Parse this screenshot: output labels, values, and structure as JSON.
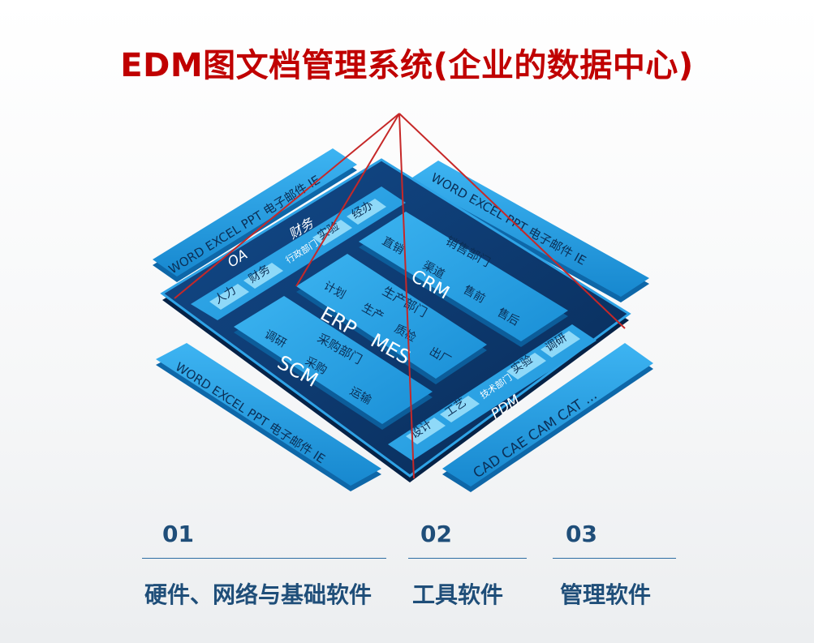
{
  "title": "EDM图文档管理系统(企业的数据中心)",
  "diagram": {
    "top_left_strip": "WORD  EXCEL  PPT  电子邮件  IE",
    "top_right_strip": "WORD  EXCEL  PPT  电子邮件  IE",
    "bottom_left_strip": "WORD  EXCEL  PPT  电子邮件  IE",
    "bottom_right_strip": "CAD  CAE  CAM  CAT  ...",
    "oa": {
      "label": "OA",
      "finance_header": "财务",
      "cells": [
        "人力",
        "财务",
        "行政部门",
        "实验",
        "经办"
      ]
    },
    "crm": {
      "label": "CRM",
      "dept": "销售部门",
      "items": [
        "直销",
        "渠道",
        "售前",
        "售后"
      ]
    },
    "erp": {
      "label": "ERP",
      "mes": "MES",
      "dept": "生产部门",
      "items": [
        "计划",
        "生产",
        "质检",
        "出厂"
      ]
    },
    "scm": {
      "label": "SCM",
      "dept": "采购部门",
      "items": [
        "调研",
        "采购",
        "运输"
      ]
    },
    "pdm": {
      "label": "PDM",
      "cells": [
        "设计",
        "工艺",
        "技术部门",
        "实验",
        "调研"
      ]
    }
  },
  "sections": [
    {
      "number": "01",
      "caption": "硬件、网络与基础软件"
    },
    {
      "number": "02",
      "caption": "工具软件"
    },
    {
      "number": "03",
      "caption": "管理软件"
    }
  ],
  "colors": {
    "title": "#c00000",
    "strip": "#1e9be0",
    "board_dark": "#0d3d78",
    "module": "#2ba6ea",
    "cell": "#7fd3f7",
    "pyramid_line": "#c62828",
    "caption": "#1f4e79"
  }
}
